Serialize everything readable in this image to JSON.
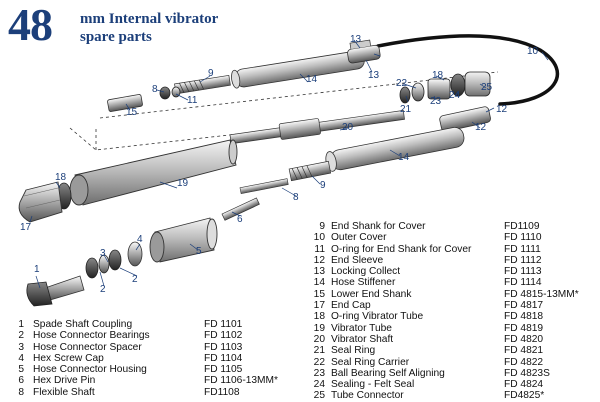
{
  "title": {
    "number": "48",
    "line1": "mm Internal vibrator",
    "line2": "spare parts"
  },
  "parts_list_top": [
    {
      "num": "9",
      "name": "End Shank for Cover",
      "code": "FD1109"
    },
    {
      "num": "10",
      "name": "Outer Cover",
      "code": "FD 1110"
    },
    {
      "num": "11",
      "name": "O-ring for End Shank for Cover",
      "code": "FD 1111"
    },
    {
      "num": "12",
      "name": "End Sleeve",
      "code": "FD 1112"
    },
    {
      "num": "13",
      "name": "Locking Collect",
      "code": "FD 1113"
    },
    {
      "num": "14",
      "name": "Hose Stiffener",
      "code": "FD 1114"
    },
    {
      "num": "15",
      "name": "Lower End Shank",
      "code": "FD 4815-13MM*"
    },
    {
      "num": "17",
      "name": "End Cap",
      "code": "FD 4817"
    },
    {
      "num": "18",
      "name": "O-ring Vibrator Tube",
      "code": "FD 4818"
    },
    {
      "num": "19",
      "name": "Vibrator Tube",
      "code": "FD 4819"
    },
    {
      "num": "20",
      "name": "Vibrator Shaft",
      "code": "FD 4820"
    },
    {
      "num": "21",
      "name": "Seal Ring",
      "code": "FD 4821"
    },
    {
      "num": "22",
      "name": "Seal Ring Carrier",
      "code": "FD 4822"
    },
    {
      "num": "23",
      "name": "Ball Bearing Self Aligning",
      "code": "FD 4823S"
    },
    {
      "num": "24",
      "name": "Sealing - Felt Seal",
      "code": "FD 4824"
    },
    {
      "num": "25",
      "name": "Tube Connector",
      "code": "FD4825*"
    }
  ],
  "parts_list_left": [
    {
      "num": "1",
      "name": "Spade Shaft Coupling",
      "code": "FD 1101"
    },
    {
      "num": "2",
      "name": "Hose Connector Bearings",
      "code": "FD 1102"
    },
    {
      "num": "3",
      "name": "Hose Connector Spacer",
      "code": "FD 1103"
    },
    {
      "num": "4",
      "name": "Hex Screw Cap",
      "code": "FD 1104"
    },
    {
      "num": "5",
      "name": "Hose Connector Housing",
      "code": "FD 1105"
    },
    {
      "num": "6",
      "name": "Hex Drive Pin",
      "code": "FD 1106-13MM*"
    },
    {
      "num": "8",
      "name": "Flexible Shaft",
      "code": "FD1108"
    }
  ],
  "callouts": [
    "1",
    "2",
    "2",
    "3",
    "4",
    "5",
    "6",
    "8",
    "8",
    "9",
    "9",
    "10",
    "11",
    "12",
    "12",
    "13",
    "13",
    "14",
    "14",
    "15",
    "17",
    "18",
    "18",
    "19",
    "20",
    "21",
    "22",
    "23",
    "24",
    "25"
  ],
  "colors": {
    "title": "#1c3f7a",
    "callout": "#1c3f7a",
    "line": "#222222"
  }
}
